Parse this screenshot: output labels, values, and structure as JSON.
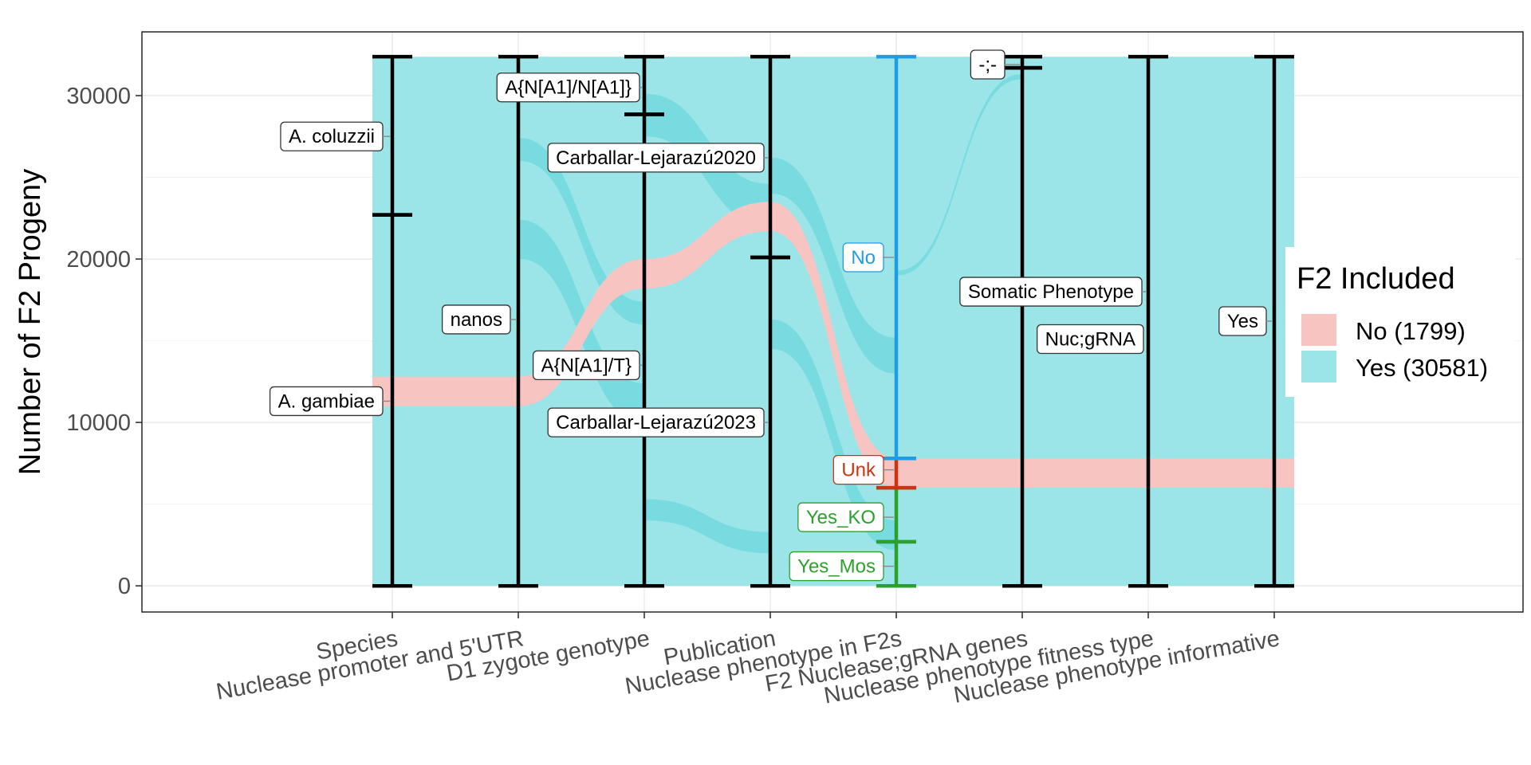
{
  "chart_data": {
    "type": "alluvial",
    "ylabel": "Number of F2 Progeny",
    "xlabel": "",
    "ylim": [
      -1600,
      33900
    ],
    "y_ticks": [
      0,
      10000,
      20000,
      30000
    ],
    "y_tick_labels": [
      "0",
      "10000",
      "20000",
      "30000"
    ],
    "grid": true,
    "total": 32380,
    "axes": [
      "Species",
      "Nuclease promoter and 5'UTR",
      "D1 zygote genotype",
      "Publication",
      "Nuclease phenotype in F2s",
      "F2 Nuclease;gRNA genes",
      "Nuclease phenotype fitness type",
      "Nuclease phenotype informative"
    ],
    "strata": [
      {
        "axis": 0,
        "label": "A. gambiae",
        "y_min": 0,
        "y_max": 22700,
        "label_y": 11300,
        "label_color": "#000000",
        "bar_color": "#000000"
      },
      {
        "axis": 0,
        "label": "A. coluzzii",
        "y_min": 22700,
        "y_max": 32380,
        "label_y": 27500,
        "label_color": "#000000",
        "bar_color": "#000000"
      },
      {
        "axis": 1,
        "label": "nanos",
        "y_min": 0,
        "y_max": 32380,
        "label_y": 16300,
        "label_color": "#000000",
        "bar_color": "#000000"
      },
      {
        "axis": 2,
        "label": "A{N[A1]/T}",
        "y_min": 0,
        "y_max": 28850,
        "label_y": 13500,
        "label_color": "#000000",
        "bar_color": "#000000"
      },
      {
        "axis": 2,
        "label": "A{N[A1]/N[A1]}",
        "y_min": 28850,
        "y_max": 32380,
        "label_y": 30500,
        "label_color": "#000000",
        "bar_color": "#000000"
      },
      {
        "axis": 3,
        "label": "Carballar-Lejarazú2023",
        "y_min": 0,
        "y_max": 20100,
        "label_y": 10000,
        "label_color": "#000000",
        "bar_color": "#000000"
      },
      {
        "axis": 3,
        "label": "Carballar-Lejarazú2020",
        "y_min": 20100,
        "y_max": 32380,
        "label_y": 26200,
        "label_color": "#000000",
        "bar_color": "#000000"
      },
      {
        "axis": 4,
        "label": "Yes_Mos",
        "y_min": 0,
        "y_max": 2700,
        "label_y": 1200,
        "label_color": "#2ca02c",
        "bar_color": "#2ca02c"
      },
      {
        "axis": 4,
        "label": "Yes_KO",
        "y_min": 2700,
        "y_max": 6000,
        "label_y": 4200,
        "label_color": "#2ca02c",
        "bar_color": "#2ca02c"
      },
      {
        "axis": 4,
        "label": "Unk",
        "y_min": 6000,
        "y_max": 7800,
        "label_y": 7100,
        "label_color": "#cc3311",
        "bar_color": "#cc3311"
      },
      {
        "axis": 4,
        "label": "No",
        "y_min": 7800,
        "y_max": 32380,
        "label_y": 20100,
        "label_color": "#1f9de0",
        "bar_color": "#1f9de0"
      },
      {
        "axis": 5,
        "label": "Nuc;gRNA",
        "y_min": 0,
        "y_max": 31700,
        "label_y": 15100,
        "label_color": "#000000",
        "bar_color": "#000000"
      },
      {
        "axis": 5,
        "label": "-;-",
        "y_min": 31700,
        "y_max": 32380,
        "label_y": 31900,
        "label_color": "#000000",
        "bar_color": "#000000"
      },
      {
        "axis": 6,
        "label": "Somatic Phenotype",
        "y_min": 0,
        "y_max": 32380,
        "label_y": 18000,
        "label_color": "#000000",
        "bar_color": "#000000"
      },
      {
        "axis": 7,
        "label": "Yes",
        "y_min": 0,
        "y_max": 32380,
        "label_y": 16200,
        "label_color": "#000000",
        "bar_color": "#000000"
      }
    ],
    "series": [
      {
        "name": "No (1799)",
        "color": "#f8c4c2",
        "band_y": [
          [
            11000,
            12800
          ],
          [
            11000,
            12800
          ],
          [
            18200,
            20000
          ],
          [
            21700,
            23500
          ],
          [
            6000,
            7800
          ],
          [
            6000,
            7800
          ],
          [
            6000,
            7800
          ],
          [
            6000,
            7800
          ]
        ]
      },
      {
        "name": "Yes (30581)",
        "color": "#9be5e8"
      }
    ],
    "legend": {
      "title": "F2 Included",
      "placement": "right"
    }
  }
}
